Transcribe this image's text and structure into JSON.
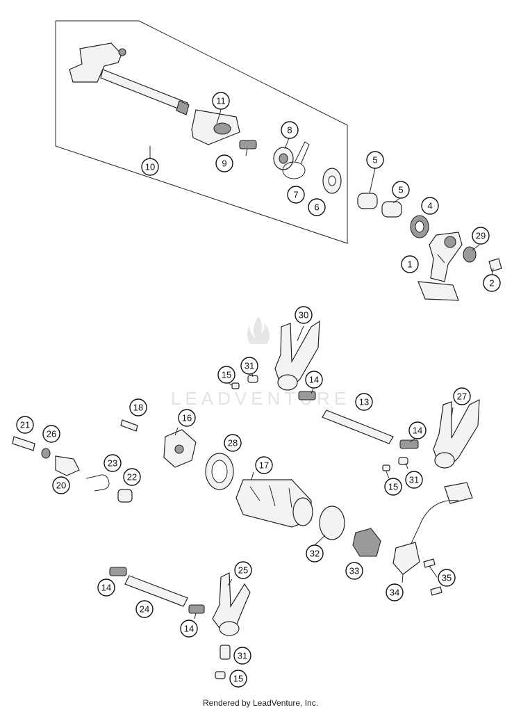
{
  "watermark": "LEADVENTURE",
  "footer": "Rendered by LeadVenture, Inc.",
  "callouts": [
    "1",
    "2",
    "4",
    "5",
    "5",
    "6",
    "7",
    "8",
    "9",
    "10",
    "11",
    "29",
    "30",
    "31",
    "15",
    "14",
    "13",
    "27",
    "14",
    "31",
    "15",
    "18",
    "16",
    "21",
    "26",
    "23",
    "22",
    "20",
    "28",
    "17",
    "32",
    "33",
    "34",
    "35",
    "14",
    "24",
    "25",
    "14",
    "31",
    "15"
  ]
}
